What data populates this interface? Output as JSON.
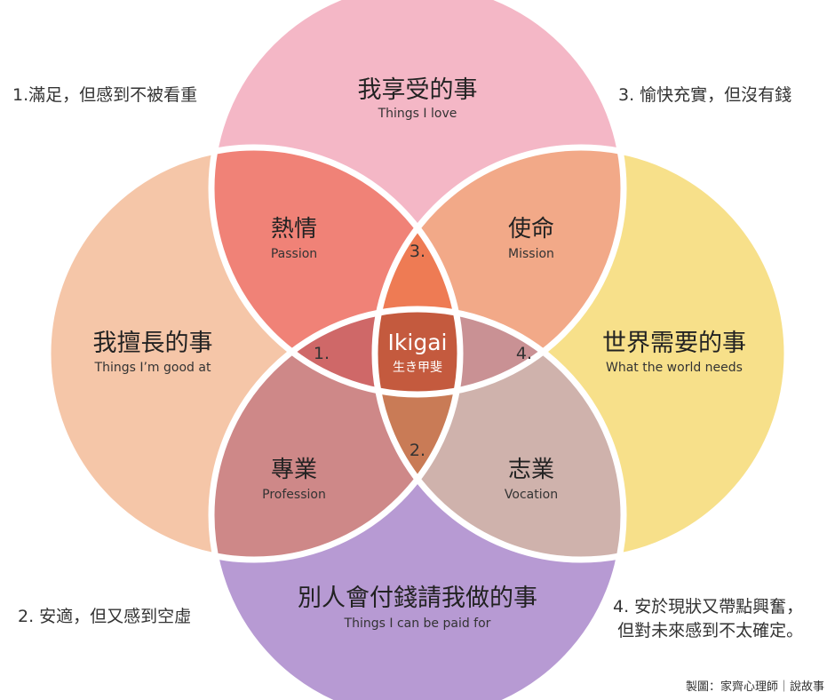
{
  "circles": {
    "love": {
      "zh": "我享受的事",
      "en": "Things I love",
      "color": "#F4B7C6"
    },
    "good": {
      "zh": "我擅長的事",
      "en": "Things I’m good at",
      "color": "#F5C6A8"
    },
    "world": {
      "zh": "世界需要的事",
      "en": "What the world needs",
      "color": "#F7E08A"
    },
    "paid": {
      "zh": "別人會付錢請我做的事",
      "en": "Things I can be paid for",
      "color": "#B79AD3"
    }
  },
  "pairs": {
    "passion": {
      "zh": "熱情",
      "en": "Passion",
      "color": "#F08277"
    },
    "mission": {
      "zh": "使命",
      "en": "Mission",
      "color": "#F2A988"
    },
    "profession": {
      "zh": "專業",
      "en": "Profession",
      "color": "#CE8888"
    },
    "vocation": {
      "zh": "志業",
      "en": "Vocation",
      "color": "#CFB2AC"
    }
  },
  "triples": {
    "t1": {
      "label": "1.",
      "color": "#CF6868"
    },
    "t2": {
      "label": "2.",
      "color": "#C97B56"
    },
    "t3": {
      "label": "3.",
      "color": "#EE7B54"
    },
    "t4": {
      "label": "4.",
      "color": "#C99194"
    }
  },
  "center": {
    "title": "Ikigai",
    "subtitle": "生き甲斐",
    "color": "#C45A3E"
  },
  "corner_notes": {
    "note1": "1.滿足，但感到不被看重",
    "note2": "2. 安適，但又感到空虛",
    "note3": "3. 愉快充實，但沒有錢",
    "note4_line1": "4. 安於現狀又帶點興奮，",
    "note4_line2": "但對未來感到不太確定。"
  },
  "credit": "製圖：家齊心理師｜說故事",
  "outline_color": "#FFFFFF"
}
